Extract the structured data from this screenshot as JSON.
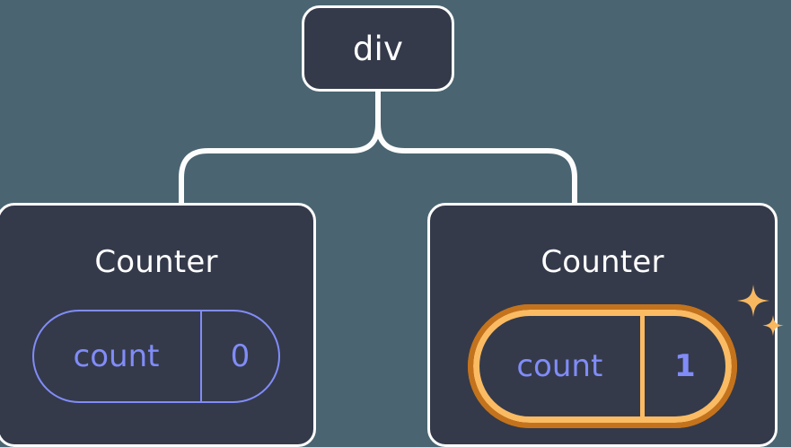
{
  "diagram": {
    "type": "component-tree",
    "background_color": "#4a6571",
    "node_fill_color": "#343a4a",
    "node_border_color": "#fdfdfd",
    "connector_color": "#fdfdfd",
    "accent_color": "#818cf8",
    "highlight_outer_color": "#c4731c",
    "highlight_inner_color": "#fbbb63",
    "sparkle_color": "#f8b860"
  },
  "root": {
    "label": "div"
  },
  "children": [
    {
      "title": "Counter",
      "state": {
        "key": "count",
        "value": "0"
      },
      "highlighted": false
    },
    {
      "title": "Counter",
      "state": {
        "key": "count",
        "value": "1"
      },
      "highlighted": true
    }
  ],
  "icons": {
    "sparkle_large": "sparkle-icon",
    "sparkle_small": "sparkle-small-icon"
  }
}
